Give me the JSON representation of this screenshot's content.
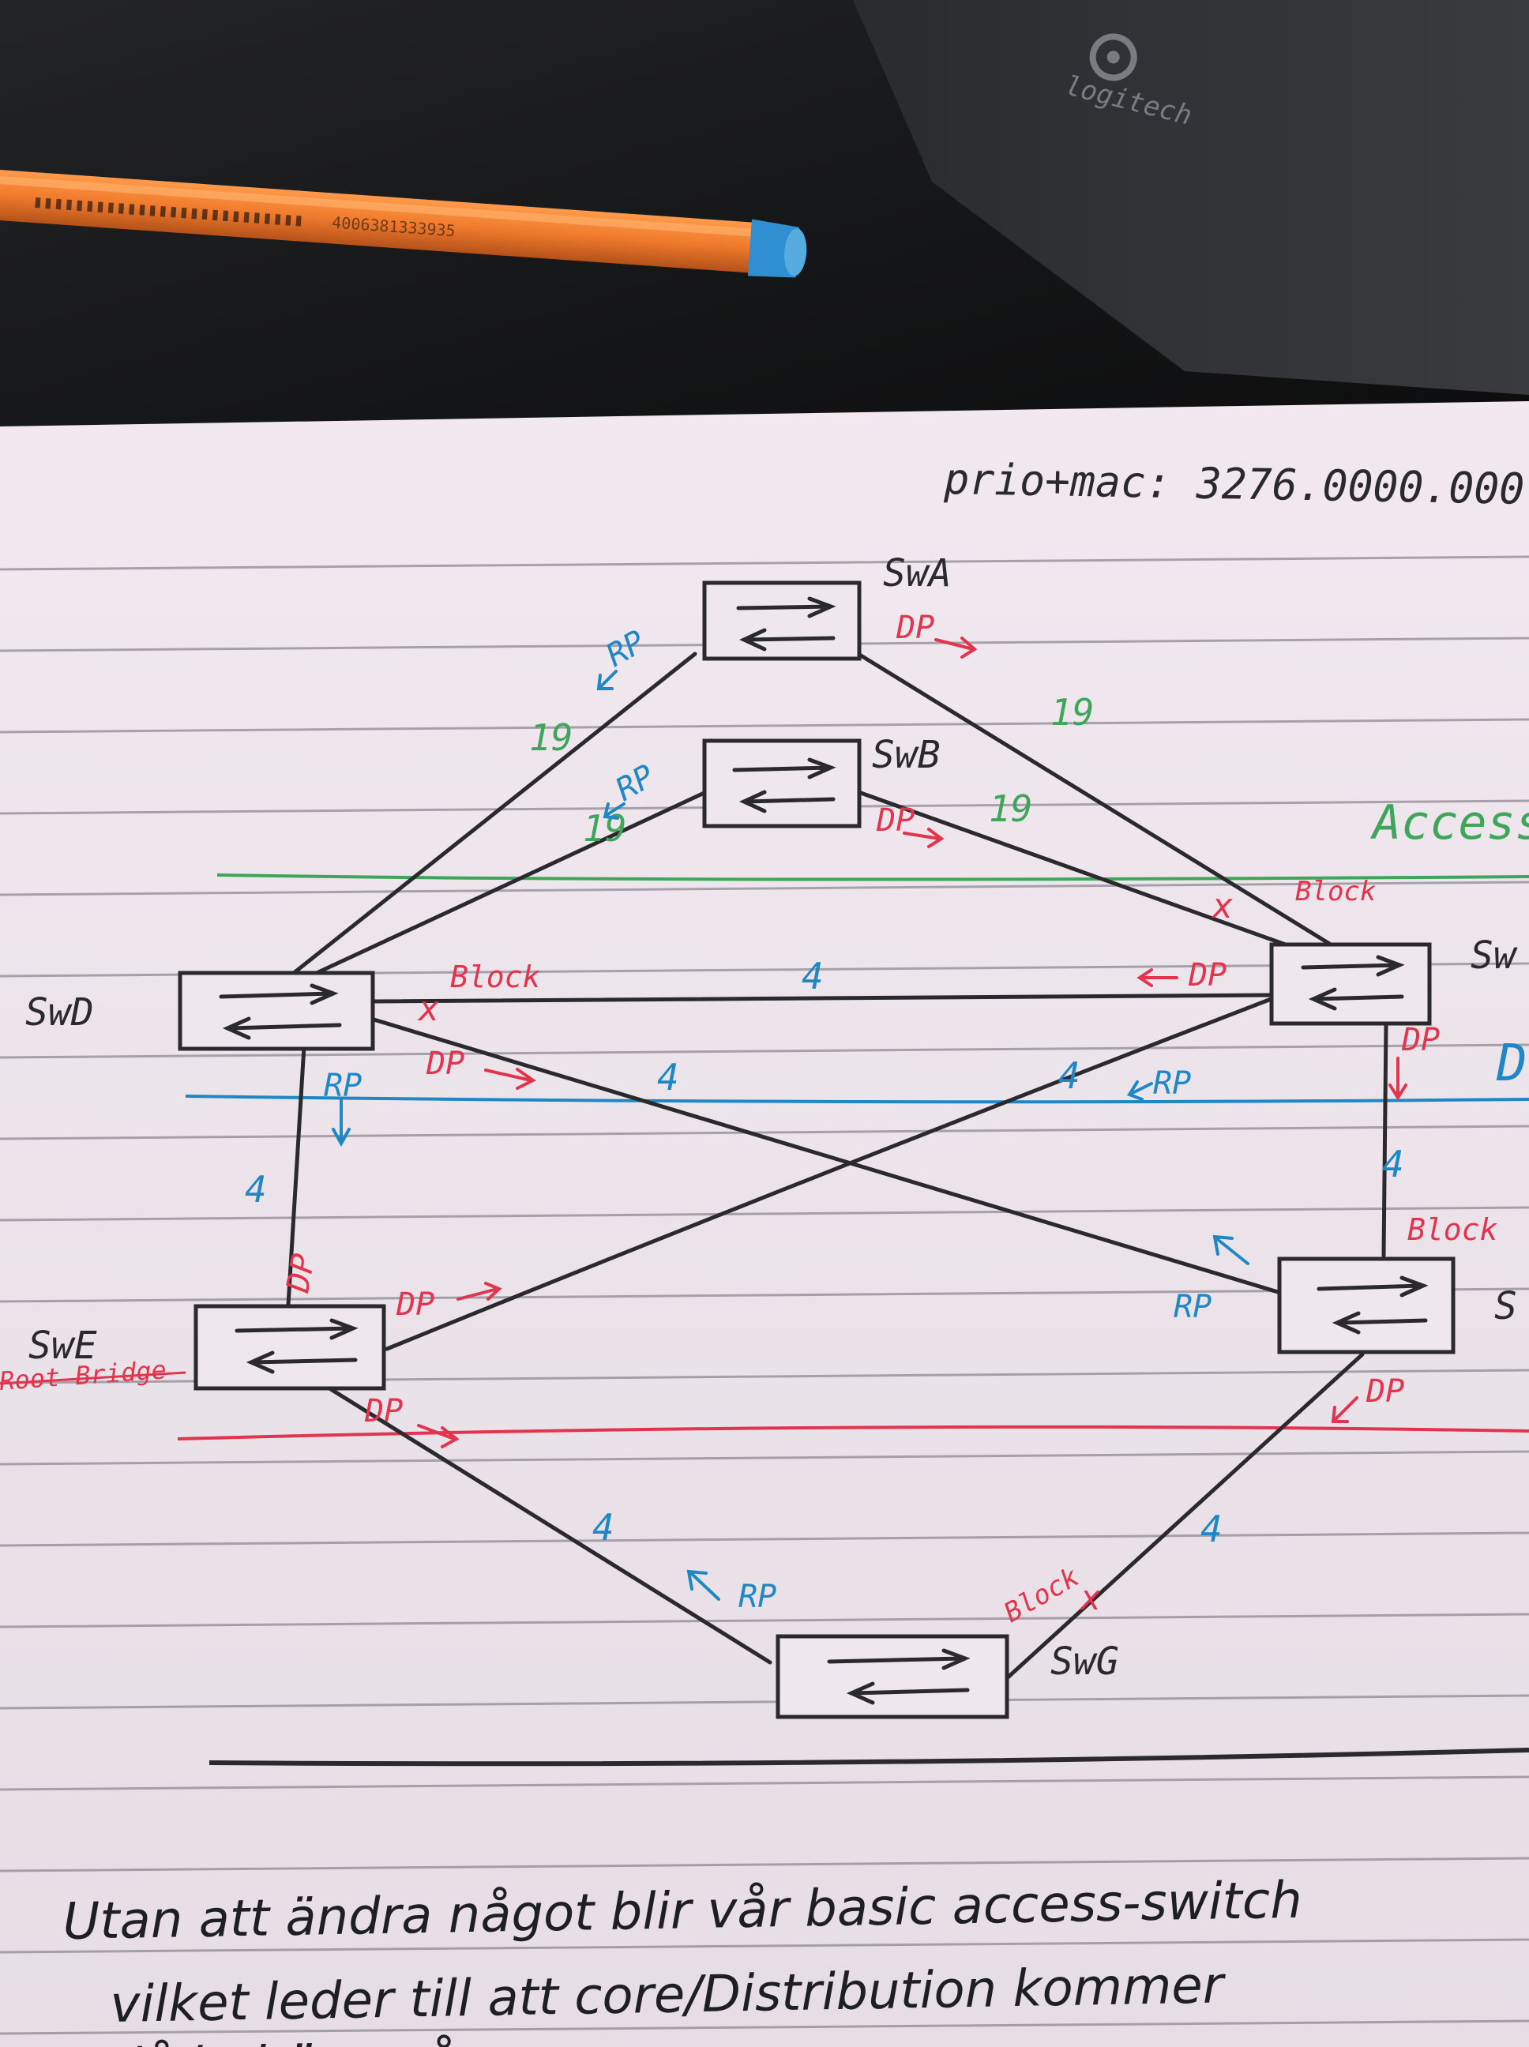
{
  "photo": {
    "desk_logo": "logitech",
    "pen_label": "4006381333935",
    "colors": {
      "paper": "#efe7ee",
      "paper_shadow": "#d9d0d8",
      "rule_line": "#8e8a93",
      "ink_black": "#2a2a2e",
      "ink_red": "#e2344d",
      "ink_blue": "#1f88c4",
      "ink_green": "#3fa55a",
      "desk": "#1b1c1e",
      "pen_orange": "#f07a2c",
      "pen_cap": "#2f8fd0"
    }
  },
  "notes": {
    "header": "prio+mac: 3276.0000.000",
    "layer_labels": {
      "access": "Access",
      "distribution": "D"
    },
    "switches": {
      "swa": "SwA",
      "swb": "SwB",
      "swc": "Sw",
      "swd": "SwD",
      "swe": "SwE",
      "swe_note": "Root Bridge",
      "swf": "S",
      "swg": "SwG"
    },
    "port_labels": {
      "rp": "RP",
      "dp": "DP",
      "block": "Block",
      "x": "x"
    },
    "link_costs": {
      "a_d": "19",
      "a_c": "19",
      "b_d": "19",
      "b_c": "19",
      "d_c": "4",
      "d_f": "4",
      "c_e": "4",
      "d_e": "4",
      "c_f": "4",
      "e_g": "4",
      "f_g": "4"
    },
    "bottom_lines": [
      "Utan att ändra något blir vår basic access-switch",
      "vilket leder till att core/Distribution kommer",
      "                          då behöva gå"
    ]
  }
}
